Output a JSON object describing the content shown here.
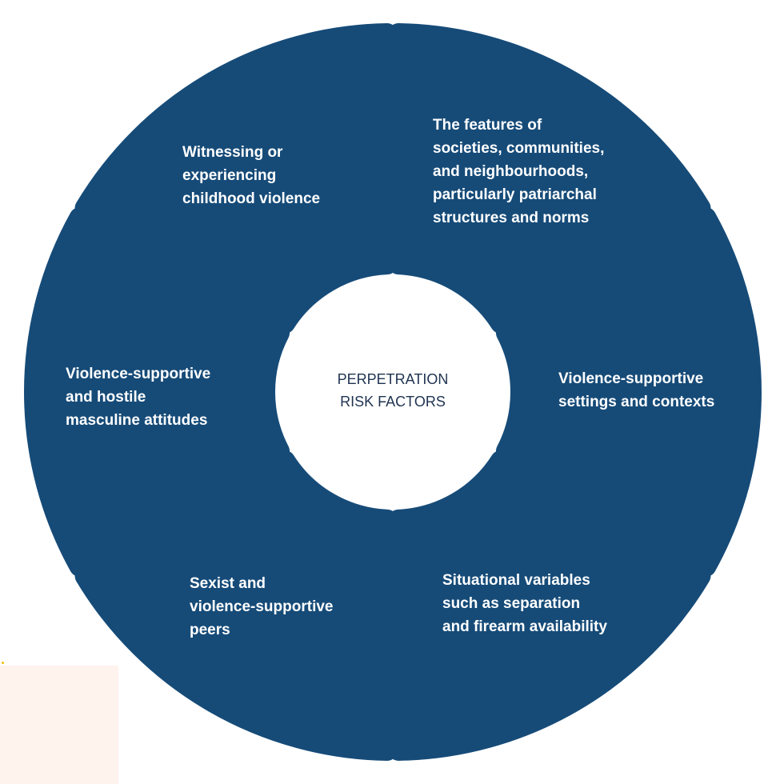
{
  "colors": {
    "segment_fill": "#164b78",
    "segment_text": "#ffffff",
    "center_text": "#1f3350",
    "background": "#ffffff",
    "corner_patch": "#fff3ee",
    "corner_dot": "#f2c200"
  },
  "center": {
    "lines": [
      "PERPETRATION",
      "RISK FACTORS"
    ]
  },
  "segments": [
    {
      "id": "top-left",
      "lines": [
        "Witnessing or",
        "experiencing",
        "childhood violence"
      ]
    },
    {
      "id": "top-right",
      "lines": [
        "The features of",
        "societies, communities,",
        "and neighbourhoods,",
        "particularly patriarchal",
        "structures and norms"
      ]
    },
    {
      "id": "right",
      "lines": [
        "Violence-supportive",
        "settings and contexts"
      ]
    },
    {
      "id": "bottom-right",
      "lines": [
        "Situational variables",
        "such as separation",
        "and firearm availability"
      ]
    },
    {
      "id": "bottom-left",
      "lines": [
        "Sexist and",
        "violence-supportive",
        "peers"
      ]
    },
    {
      "id": "left",
      "lines": [
        "Violence-supportive",
        "and hostile",
        "masculine attitudes"
      ]
    }
  ]
}
